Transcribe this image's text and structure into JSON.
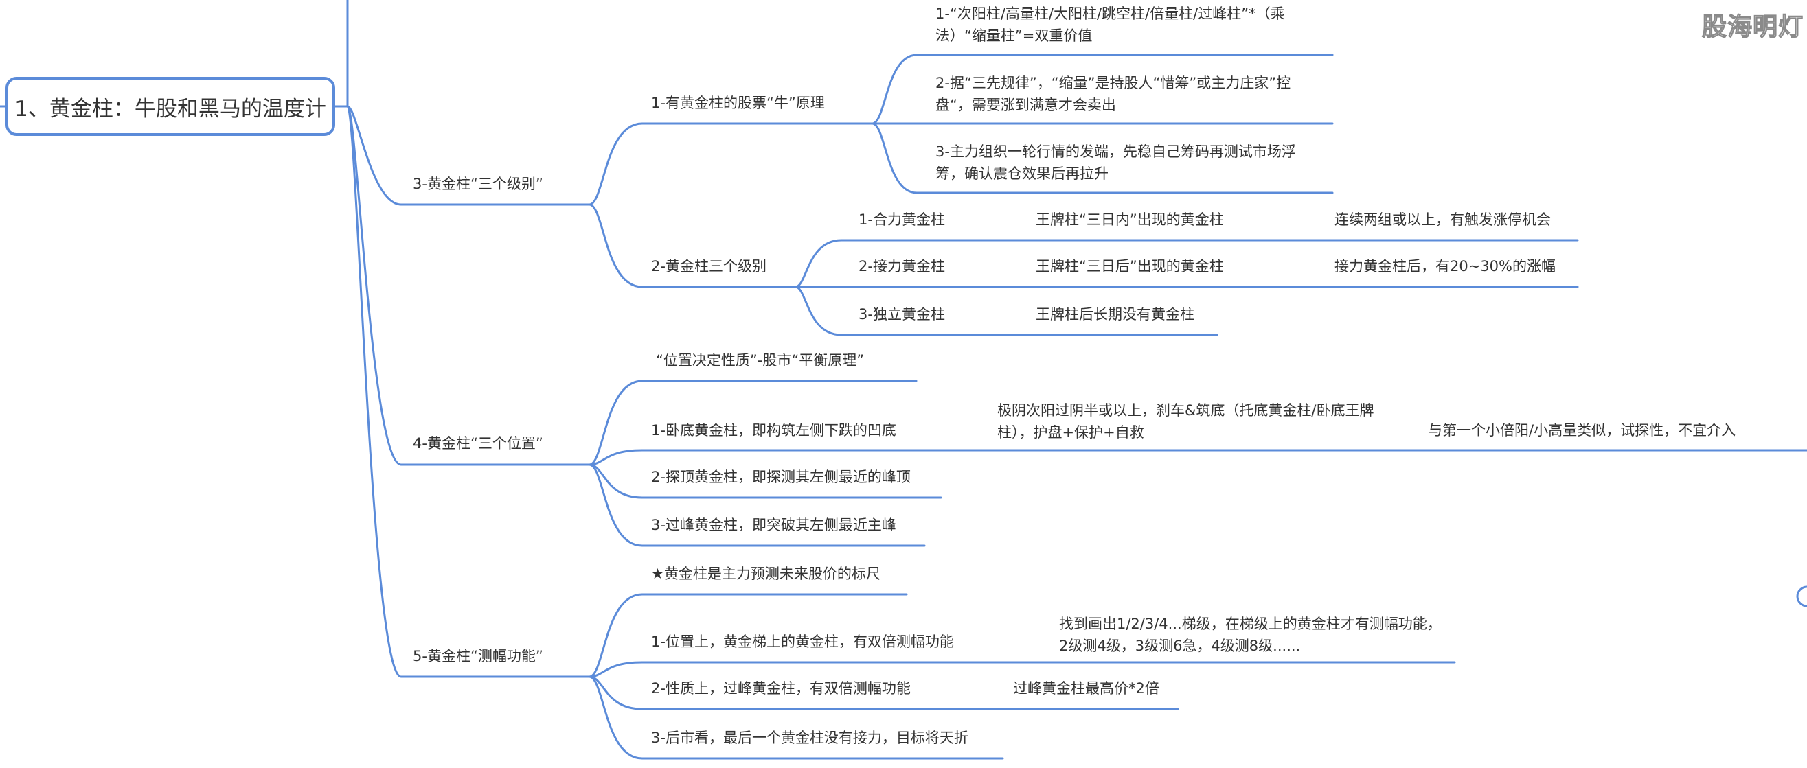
{
  "watermark": "股海明灯",
  "root": "1、黄金柱：牛股和黑马的温度计",
  "branches": {
    "b3": {
      "label": "3-黄金柱“三个级别”",
      "c1": {
        "label": "1-有黄金柱的股票“牛”原理",
        "d1": "1-“次阳柱/高量柱/大阳柱/跳空柱/倍量柱/过峰柱”*（乘法）“缩量柱”=双重价值",
        "d2": "2-据“三先规律”，“缩量”是持股人“惜筹”或主力庄家”控盘“，需要涨到满意才会卖出",
        "d3": "3-主力组织一轮行情的发端，先稳自己筹码再测试市场浮筹，确认震仓效果后再拉升"
      },
      "c2": {
        "label": "2-黄金柱三个级别",
        "r1": {
          "label": "1-合力黄金柱",
          "detail": "王牌柱“三日内”出现的黄金柱",
          "note": "连续两组或以上，有触发涨停机会"
        },
        "r2": {
          "label": "2-接力黄金柱",
          "detail": "王牌柱“三日后”出现的黄金柱",
          "note": "接力黄金柱后，有20~30%的涨幅"
        },
        "r3": {
          "label": "3-独立黄金柱",
          "detail": "王牌柱后长期没有黄金柱"
        }
      }
    },
    "b4": {
      "label": "4-黄金柱“三个位置”",
      "c0": "“位置决定性质”-股市“平衡原理”",
      "c1": {
        "label": "1-卧底黄金柱，即构筑左侧下跌的凹底",
        "detail": "极阴次阳过阴半或以上，刹车&筑底（托底黄金柱/卧底王牌柱），护盘+保护+自救",
        "note": "与第一个小倍阳/小高量类似，试探性，不宜介入"
      },
      "c2": "2-探顶黄金柱，即探测其左侧最近的峰顶",
      "c3": "3-过峰黄金柱，即突破其左侧最近主峰"
    },
    "b5": {
      "label": "5-黄金柱“测幅功能”",
      "c0": "★黄金柱是主力预测未来股价的标尺",
      "c1": {
        "label": "1-位置上，黄金梯上的黄金柱，有双倍测幅功能",
        "detail": "找到画出1/2/3/4...梯级，在梯级上的黄金柱才有测幅功能，2级测4级，3级测6急，4级测8级......"
      },
      "c2": {
        "label": "2-性质上，过峰黄金柱，有双倍测幅功能",
        "detail": "过峰黄金柱最高价*2倍"
      },
      "c3": "3-后市看，最后一个黄金柱没有接力，目标将天折"
    }
  },
  "colors": {
    "line": "#5b8bd9",
    "text": "#333333",
    "background": "#ffffff"
  }
}
